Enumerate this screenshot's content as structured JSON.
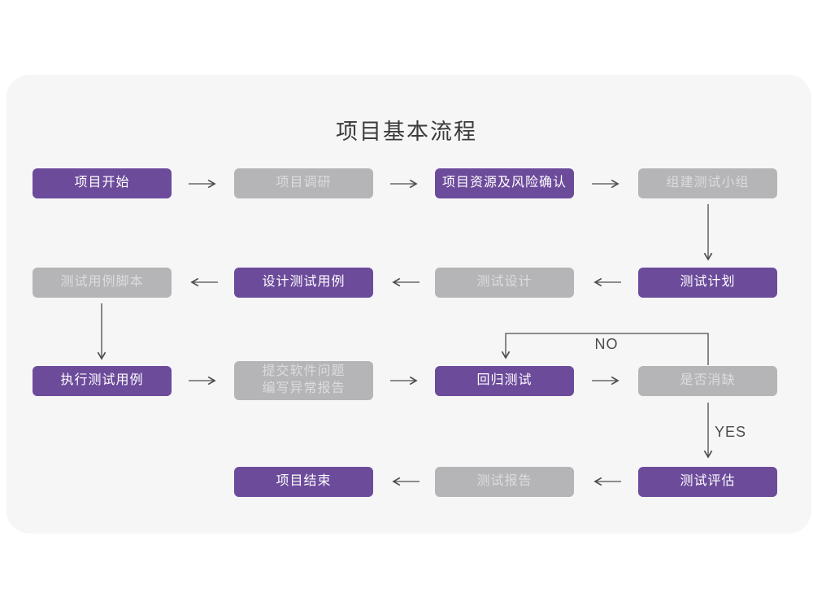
{
  "title": "项目基本流程",
  "colors": {
    "page-bg": "#ffffff",
    "card-bg": "#f6f6f7",
    "purple": "#6c4b9b",
    "gray": "#b5b5b7",
    "gray-text": "#dcdcde",
    "purple-text": "#ffffff",
    "arrow": "#4c4c4e",
    "title-color": "#3b3b3d",
    "label-color": "#4b4b4d"
  },
  "nodes": [
    {
      "id": "project-start",
      "label": "项目开始",
      "variant": "purple"
    },
    {
      "id": "project-research",
      "label": "项目调研",
      "variant": "gray"
    },
    {
      "id": "resources-risk-confirm",
      "label": "项目资源及风险确认",
      "variant": "purple"
    },
    {
      "id": "build-test-team",
      "label": "组建测试小组",
      "variant": "gray"
    },
    {
      "id": "test-plan",
      "label": "测试计划",
      "variant": "purple"
    },
    {
      "id": "test-design",
      "label": "测试设计",
      "variant": "gray"
    },
    {
      "id": "design-test-cases",
      "label": "设计测试用例",
      "variant": "purple"
    },
    {
      "id": "test-case-script",
      "label": "测试用例脚本",
      "variant": "gray"
    },
    {
      "id": "execute-test-cases",
      "label": "执行测试用例",
      "variant": "purple"
    },
    {
      "id": "submit-issue-report",
      "label_line1": "提交软件问题",
      "label_line2": "编写异常报告",
      "variant": "gray"
    },
    {
      "id": "regression-test",
      "label": "回归测试",
      "variant": "purple"
    },
    {
      "id": "defect-eliminated",
      "label": "是否消缺",
      "variant": "gray"
    },
    {
      "id": "test-evaluate",
      "label": "测试评估",
      "variant": "purple"
    },
    {
      "id": "test-report",
      "label": "测试报告",
      "variant": "gray"
    },
    {
      "id": "project-end",
      "label": "项目结束",
      "variant": "purple"
    }
  ],
  "edge_labels": {
    "no": "NO",
    "yes": "YES"
  }
}
